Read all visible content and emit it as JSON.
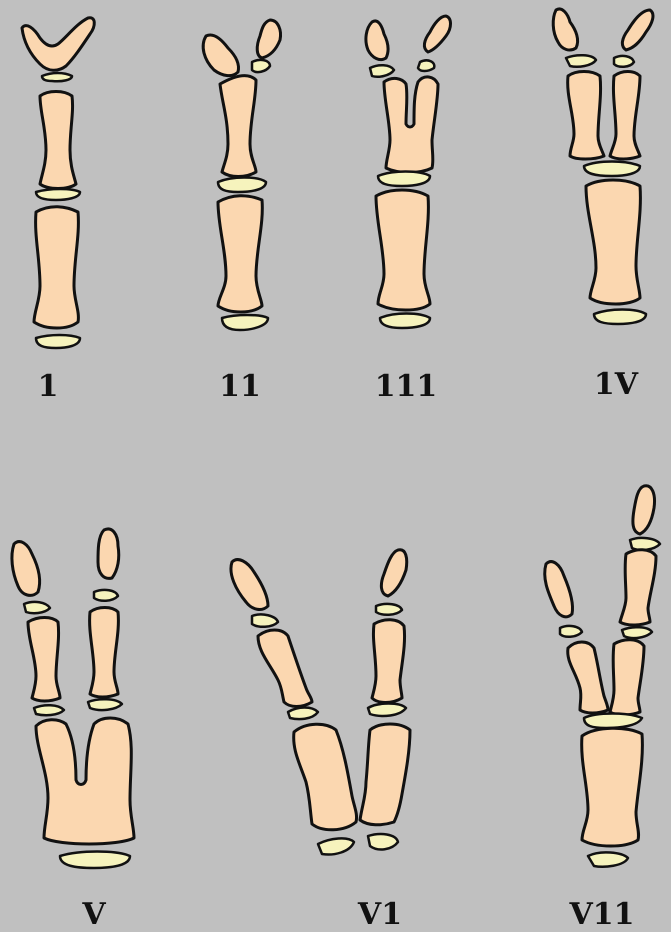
{
  "figure": {
    "background": "#c0c0c0",
    "bone_color": "#fbd7b0",
    "cartilage_color": "#f6f3bd",
    "outline_color": "#111111",
    "types": [
      {
        "label": "1"
      },
      {
        "label": "11"
      },
      {
        "label": "111"
      },
      {
        "label": "1V"
      },
      {
        "label": "V"
      },
      {
        "label": "V1"
      },
      {
        "label": "V11"
      }
    ]
  }
}
